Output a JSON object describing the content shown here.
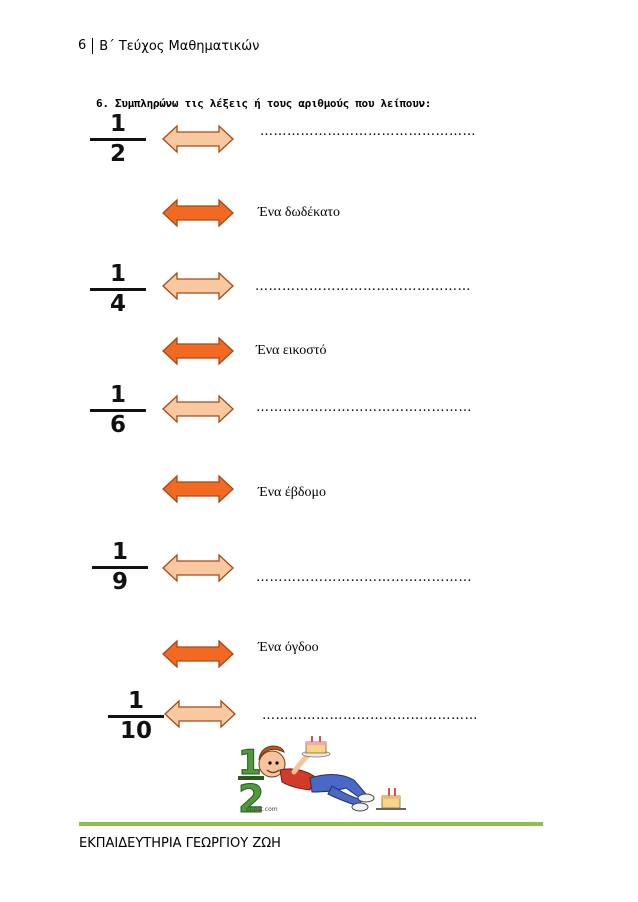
{
  "header": {
    "page_number": "6",
    "title": "Β΄ Τεύχος Μαθηματικών"
  },
  "instruction": "6. Συμπληρώνω τις λέξεις ή τους αριθμούς που λείπουν:",
  "rows": [
    {
      "fraction": {
        "numerator": "1",
        "denominator": "2"
      },
      "answer": "…………………………………………"
    },
    {
      "word": "Ένα δωδέκατο"
    },
    {
      "fraction": {
        "numerator": "1",
        "denominator": "4"
      },
      "answer": "…………………………………………"
    },
    {
      "word": "Ένα εικοστό"
    },
    {
      "fraction": {
        "numerator": "1",
        "denominator": "6"
      },
      "answer": "…………………………………………"
    },
    {
      "word": "Ένα έβδομο"
    },
    {
      "fraction": {
        "numerator": "1",
        "denominator": "9"
      },
      "answer": "…………………………………………"
    },
    {
      "word": "Ένα όγδοο"
    },
    {
      "fraction": {
        "numerator": "1",
        "denominator": "10"
      },
      "answer": "…………………………………………"
    }
  ],
  "colors": {
    "arrow_light": "#f8c9a0",
    "arrow_dark": "#f26a21",
    "arrow_stroke": "#a64a14",
    "footer_line": "#8fbe4d"
  },
  "clipart": {
    "icon": "boy-with-cake-clipart",
    "credit": "pppst.com"
  },
  "footer": "ΕΚΠΑΙΔΕΥΤΗΡΙΑ ΓΕΩΡΓΙΟΥ ΖΩΗ"
}
